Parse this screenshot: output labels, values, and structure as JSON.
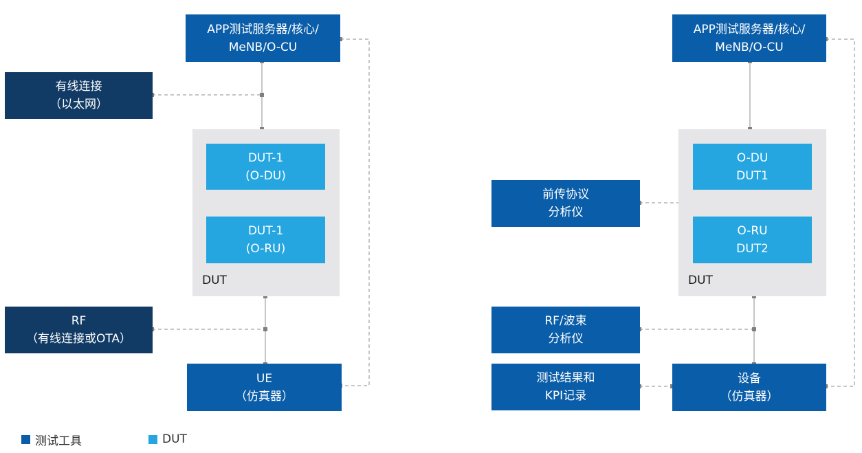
{
  "left": {
    "server": [
      "APP测试服务器/核心/",
      "MeNB/O-CU"
    ],
    "wired": [
      "有线连接",
      "（以太网）"
    ],
    "dut_a": [
      "DUT-1",
      "(O-DU)"
    ],
    "dut_b": [
      "DUT-1",
      "(O-RU)"
    ],
    "dut_label": "DUT",
    "rf": [
      "RF",
      "（有线连接或OTA）"
    ],
    "ue": [
      "UE",
      "（仿真器）"
    ]
  },
  "right": {
    "server": [
      "APP测试服务器/核心/",
      "MeNB/O-CU"
    ],
    "fronthaul": [
      "前传协议",
      "分析仪"
    ],
    "dut_a": [
      "O-DU",
      "DUT1"
    ],
    "dut_b": [
      "O-RU",
      "DUT2"
    ],
    "dut_label": "DUT",
    "rf": [
      "RF/波束",
      "分析仪"
    ],
    "results": [
      "测试结果和",
      "KPI记录"
    ],
    "device": [
      "设备",
      "（仿真器）"
    ]
  },
  "legend": [
    {
      "label": "测试工具",
      "color": "#0a5da8"
    },
    {
      "label": "DUT",
      "color": "#25a6e0"
    }
  ],
  "colors": {
    "tool_dark": "#113a64",
    "tool": "#0a5da8",
    "dut": "#25a6e0",
    "dut_group": "#e6e6e8",
    "connector": "#7f7f7f"
  }
}
